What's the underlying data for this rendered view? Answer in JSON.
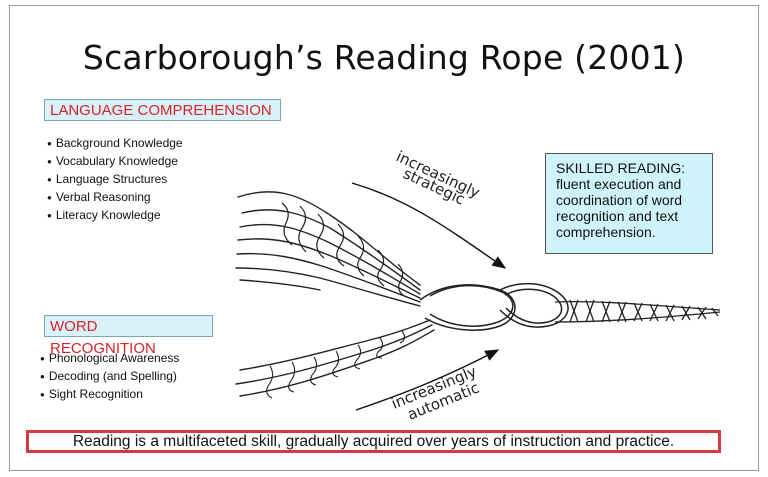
{
  "title": "Scarborough’s Reading Rope (2001)",
  "language_comprehension": {
    "heading": "LANGUAGE COMPREHENSION",
    "items": [
      "Background Knowledge",
      "Vocabulary Knowledge",
      "Language Structures",
      "Verbal Reasoning",
      "Literacy Knowledge"
    ]
  },
  "word_recognition": {
    "heading": "WORD RECOGNITION",
    "items": [
      "Phonological Awareness",
      "Decoding (and Spelling)",
      "Sight Recognition"
    ]
  },
  "skilled_reading": {
    "heading": "SKILLED READING:",
    "text": "fluent execution and coordination of word recognition and text comprehension."
  },
  "arrows": {
    "top_line1": "increasingly",
    "top_line2": "strategic",
    "bottom_line1": "increasingly",
    "bottom_line2": "automatic"
  },
  "footer": "Reading is a multifaceted skill, gradually acquired over years of instruction and practice.",
  "colors": {
    "heading_red": "#d8232a",
    "box_blue": "#d9f1f8",
    "footer_border": "#d23a3f"
  }
}
